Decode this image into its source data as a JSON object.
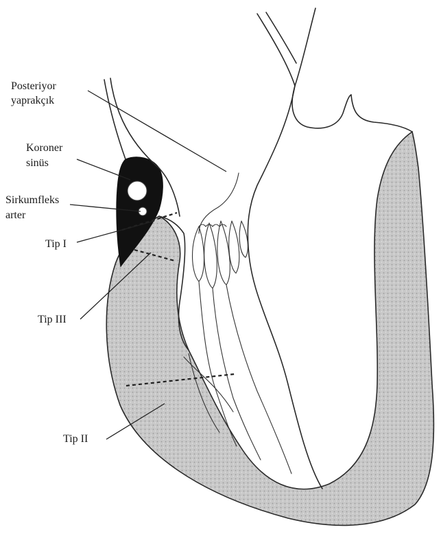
{
  "labels": {
    "posterior_leaflet_line1": "Posteriyor",
    "posterior_leaflet_line2": "yaprakçık",
    "coronary_sinus_line1": "Koroner",
    "coronary_sinus_line2": "sinüs",
    "circumflex_artery_line1": "Sirkumfleks",
    "circumflex_artery_line2": "arter",
    "type_1": "Tip I",
    "type_3": "Tip III",
    "type_2": "Tip II"
  },
  "colors": {
    "myocardium_fill": "#c9c9c9",
    "sinus_fill": "#111111",
    "line": "#2a2a2a"
  }
}
